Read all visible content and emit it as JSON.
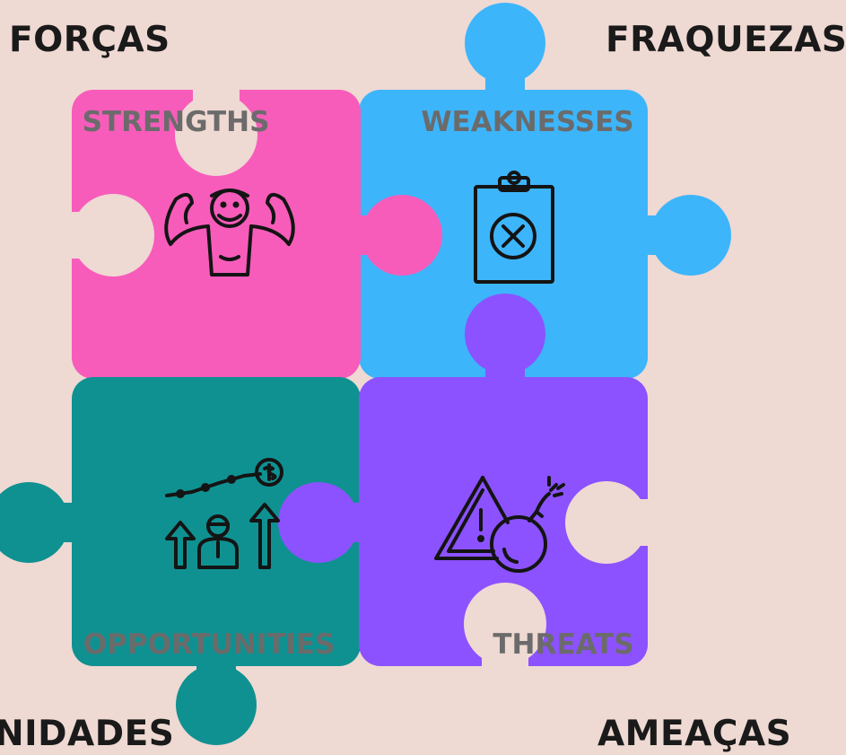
{
  "corners": {
    "top_left": "FORÇAS",
    "top_right": "FRAQUEZAS",
    "bottom_left": "NIDADES",
    "bottom_right": "AMEAÇAS"
  },
  "pieces": {
    "strengths": {
      "label": "STRENGTHS",
      "color": "#f75cbb",
      "icon": "flexing-man-icon"
    },
    "weaknesses": {
      "label": "WEAKNESSES",
      "color": "#3db5fb",
      "icon": "clipboard-x-icon"
    },
    "opportunities": {
      "label": "OPPORTUNITIES",
      "color": "#0f9191",
      "icon": "growth-person-icon"
    },
    "threats": {
      "label": "THREATS",
      "color": "#8c52ff",
      "icon": "warning-bomb-icon"
    }
  },
  "background_color": "#efd9d3"
}
